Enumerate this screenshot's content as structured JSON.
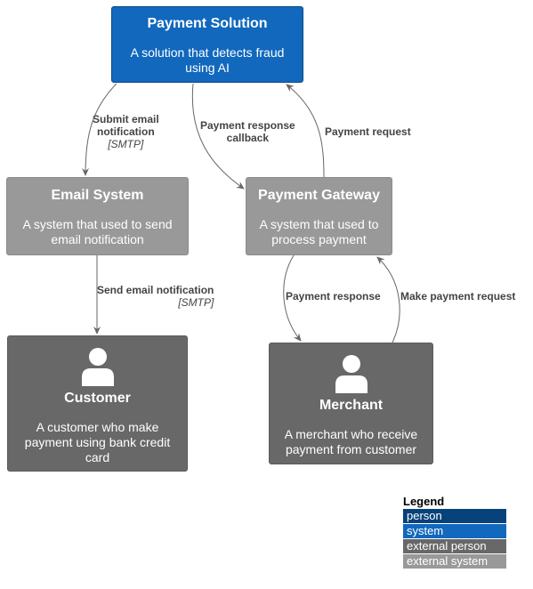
{
  "colors": {
    "person": "#08427b",
    "system": "#1168bd",
    "external_person": "#686868",
    "external_system": "#999999",
    "edge": "#666666"
  },
  "nodes": {
    "payment_solution": {
      "title": "Payment Solution",
      "description": "A solution that detects fraud using AI"
    },
    "email_system": {
      "title": "Email System",
      "description": "A system that used to send email notification"
    },
    "payment_gateway": {
      "title": "Payment Gateway",
      "description": "A system that used to process payment"
    },
    "customer": {
      "title": "Customer",
      "description": "A customer who make payment using bank credit card",
      "icon": "person-icon"
    },
    "merchant": {
      "title": "Merchant",
      "description": "A merchant who receive payment from customer",
      "icon": "person-icon"
    }
  },
  "edges": {
    "submit_email": {
      "label_line1": "Submit email",
      "label_line2": "notification",
      "technology": "[SMTP]"
    },
    "payment_response_callback": {
      "label_line1": "Payment response",
      "label_line2": "callback"
    },
    "payment_request": {
      "label": "Payment request"
    },
    "send_email": {
      "label": "Send email notification",
      "technology": "[SMTP]"
    },
    "payment_response": {
      "label": "Payment response"
    },
    "make_payment_request": {
      "label": "Make payment request"
    }
  },
  "legend": {
    "title": "Legend",
    "items": [
      "person",
      "system",
      "external person",
      "external system"
    ]
  }
}
